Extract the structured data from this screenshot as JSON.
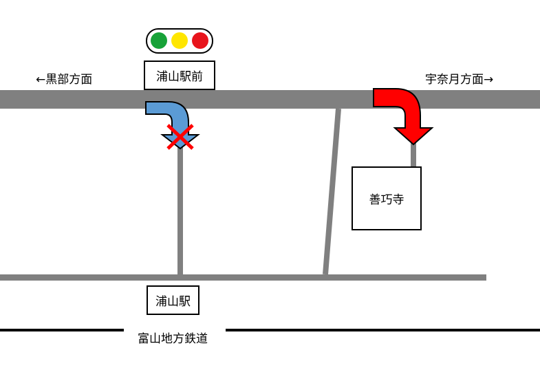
{
  "directions": {
    "left": "←黒部方面",
    "right": "宇奈月方面→"
  },
  "places": {
    "intersection": "浦山駅前",
    "station": "浦山駅",
    "temple": "善巧寺"
  },
  "railway": {
    "name": "富山地方鉄道"
  },
  "traffic_light": {
    "colors": [
      "#17a238",
      "#ffe600",
      "#e8141c"
    ]
  },
  "colors": {
    "road": "#808080",
    "railway": "#000000",
    "recommended_turn": "#ff0000",
    "prohibited_turn": "#5b9bd5",
    "prohibited_mark": "#ff0000"
  },
  "icons": {
    "traffic_light": "traffic-light-icon",
    "recommended_turn": "right-turn-arrow-icon",
    "prohibited_turn": "left-turn-arrow-icon",
    "prohibited_mark": "cross-mark-icon"
  }
}
